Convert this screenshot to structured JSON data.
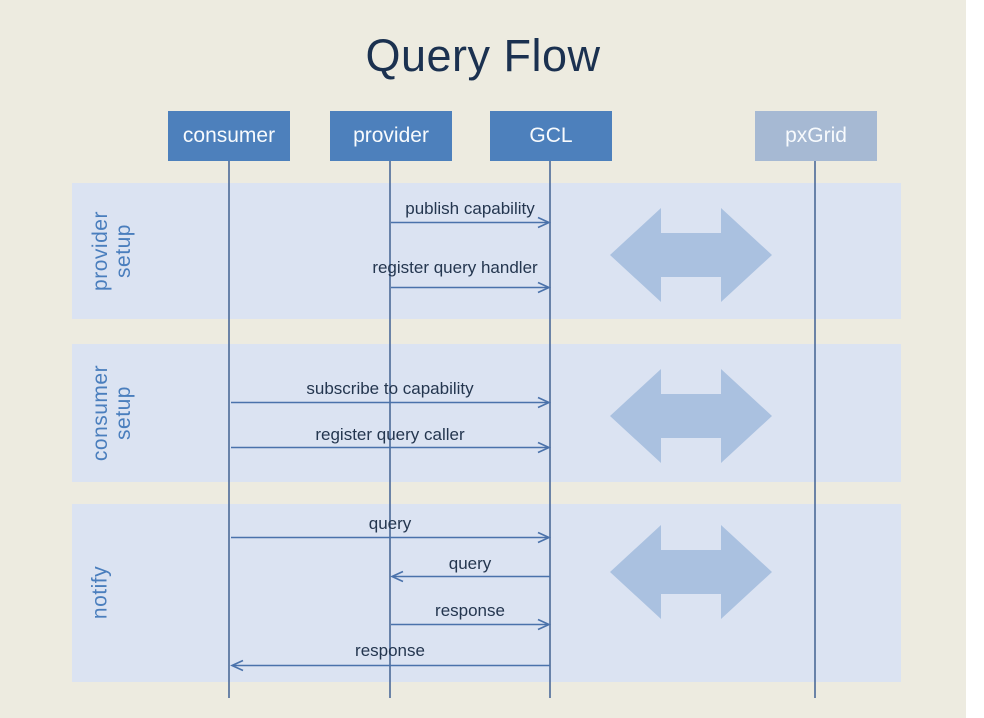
{
  "title": "Query Flow",
  "actors": [
    {
      "label": "consumer"
    },
    {
      "label": "provider"
    },
    {
      "label": "GCL"
    },
    {
      "label": "pxGrid"
    }
  ],
  "bands": [
    {
      "label_line1": "provider",
      "label_line2": "setup"
    },
    {
      "label_line1": "consumer",
      "label_line2": "setup"
    },
    {
      "label_line1": "notify"
    }
  ],
  "messages": [
    {
      "label": "publish capability",
      "from": "provider",
      "to": "GCL",
      "direction": "right"
    },
    {
      "label": "register query handler",
      "from": "provider",
      "to": "GCL",
      "direction": "right"
    },
    {
      "label": "subscribe to capability",
      "from": "consumer",
      "to": "GCL",
      "direction": "right"
    },
    {
      "label": "register query caller",
      "from": "consumer",
      "to": "GCL",
      "direction": "right"
    },
    {
      "label": "query",
      "from": "consumer",
      "to": "GCL",
      "direction": "right"
    },
    {
      "label": "query",
      "from": "GCL",
      "to": "provider",
      "direction": "left"
    },
    {
      "label": "response",
      "from": "provider",
      "to": "GCL",
      "direction": "right"
    },
    {
      "label": "response",
      "from": "GCL",
      "to": "consumer",
      "direction": "left"
    }
  ],
  "icons": [
    {
      "name": "bidirectional-arrow-icon",
      "meaning": "GCL and pxGrid exchange",
      "count": 3
    }
  ],
  "colors": {
    "slide_background": "#edebe0",
    "band_background": "#dbe3f2",
    "actor_box": "#4d80bc",
    "pxgrid_box": "#a6b9d3",
    "band_label_text": "#4a7ebd",
    "title_text": "#1b3150",
    "message_text": "#24364f",
    "arrow_stroke": "#4a72ab",
    "lifeline": "#53719c",
    "double_arrow_fill": "#aac1e0"
  }
}
